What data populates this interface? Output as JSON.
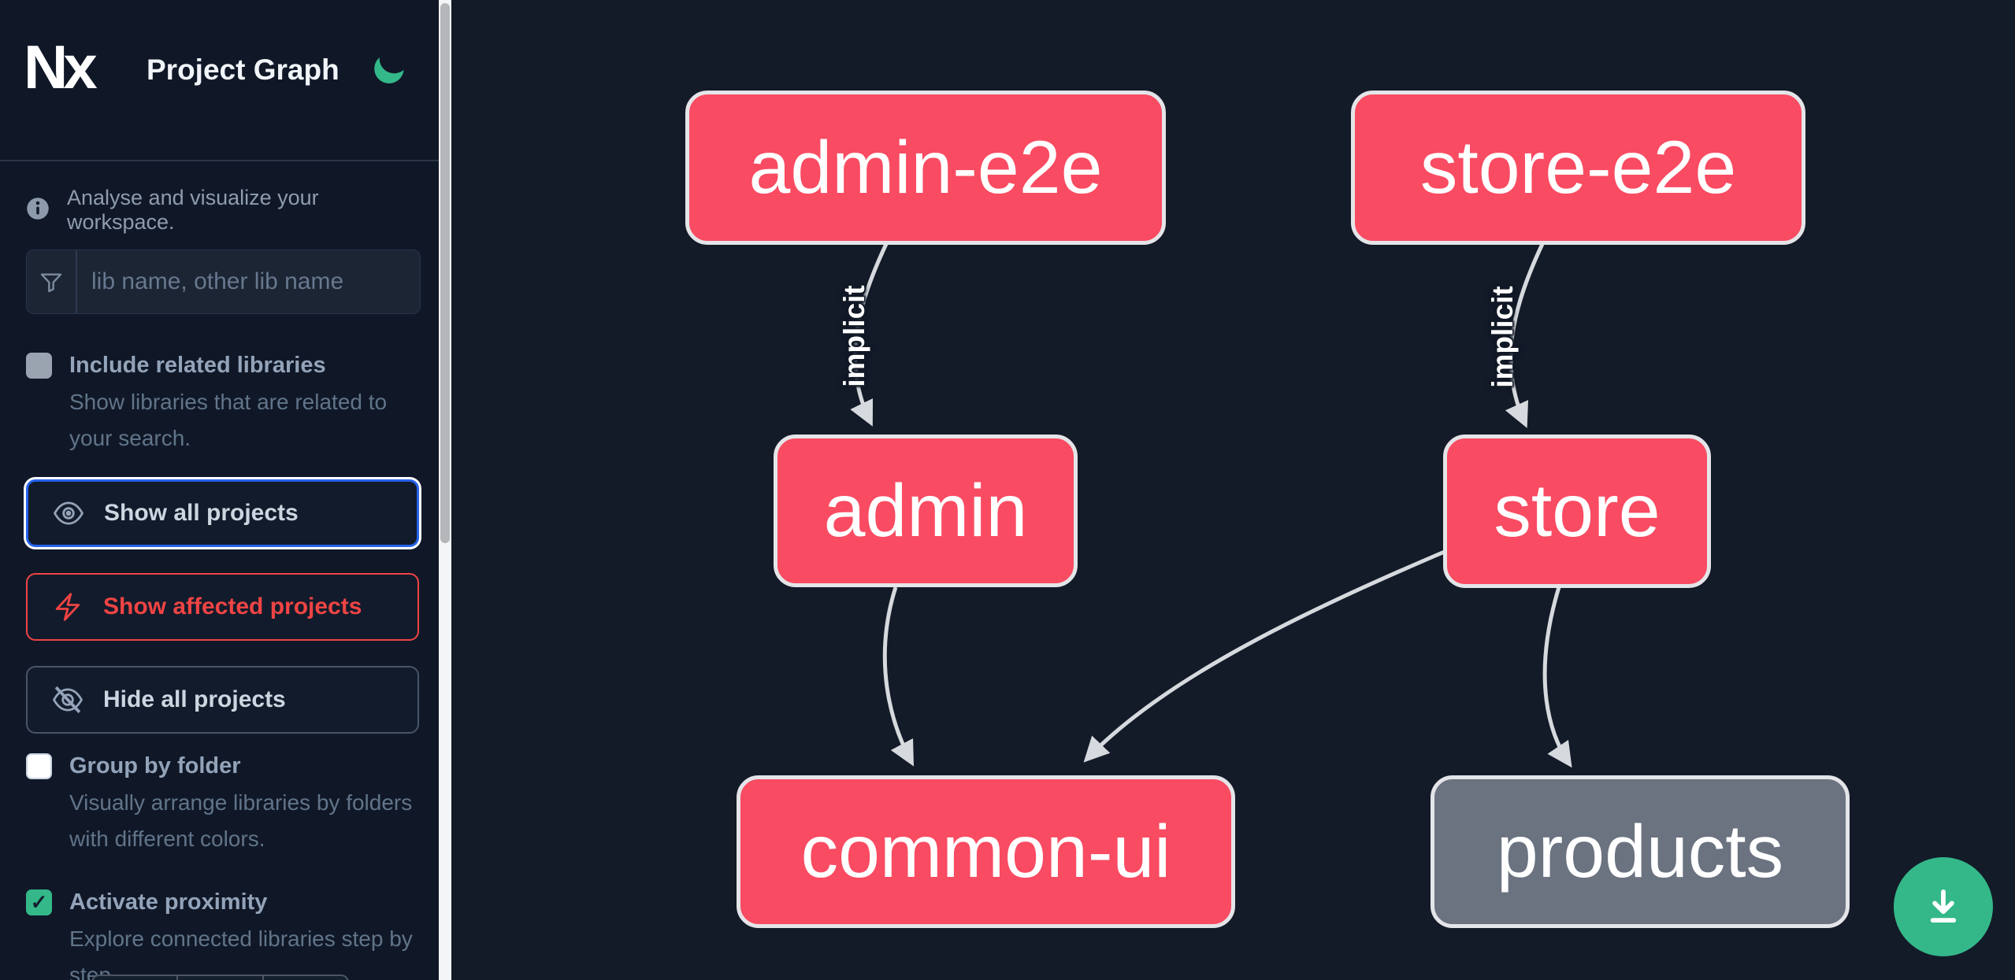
{
  "app": {
    "logo_text": "Nx",
    "title": "Project Graph"
  },
  "sidebar": {
    "tagline": "Analyse and visualize your workspace.",
    "filter_input": {
      "placeholder": "lib name, other lib name"
    },
    "checkboxes": [
      {
        "label": "Include related libraries",
        "description": "Show libraries that are related to your search.",
        "checked": false
      },
      {
        "label": "Group by folder",
        "description": "Visually arrange libraries by folders with different colors.",
        "checked": false
      },
      {
        "label": "Activate proximity",
        "description": "Explore connected libraries step by step.",
        "checked": true
      }
    ],
    "check_glyph": "✓",
    "buttons": [
      {
        "label": "Show all projects",
        "icon": "eye-icon",
        "state": "focused"
      },
      {
        "label": "Show affected projects",
        "icon": "lightning-bolt-icon",
        "state": "affected"
      },
      {
        "label": "Hide all projects",
        "icon": "eye-slash-icon",
        "state": "default"
      }
    ]
  },
  "graph": {
    "nodes": [
      {
        "id": "admin-e2e",
        "label": "admin-e2e",
        "color": "#f94b62"
      },
      {
        "id": "store-e2e",
        "label": "store-e2e",
        "color": "#f94b62"
      },
      {
        "id": "admin",
        "label": "admin",
        "color": "#f94b62"
      },
      {
        "id": "store",
        "label": "store",
        "color": "#f94b62"
      },
      {
        "id": "common-ui",
        "label": "common-ui",
        "color": "#f94b62"
      },
      {
        "id": "products",
        "label": "products",
        "color": "#6b7280"
      }
    ],
    "edges": [
      {
        "source": "admin-e2e",
        "target": "admin",
        "label": "implicit"
      },
      {
        "source": "store-e2e",
        "target": "store",
        "label": "implicit"
      },
      {
        "source": "admin",
        "target": "common-ui",
        "label": ""
      },
      {
        "source": "store",
        "target": "common-ui",
        "label": ""
      },
      {
        "source": "store",
        "target": "products",
        "label": ""
      }
    ]
  },
  "fab": {
    "icon": "download-icon"
  },
  "colors": {
    "sidebar_bg": "#101828",
    "canvas_bg": "#131a28",
    "node_pink": "#f94b62",
    "node_gray": "#6b7280",
    "node_border": "#e4e5e8",
    "edge": "#d6d9dd",
    "accent_green": "#34b889",
    "focus_blue": "#2563eb",
    "affected_red": "#ef4444"
  }
}
